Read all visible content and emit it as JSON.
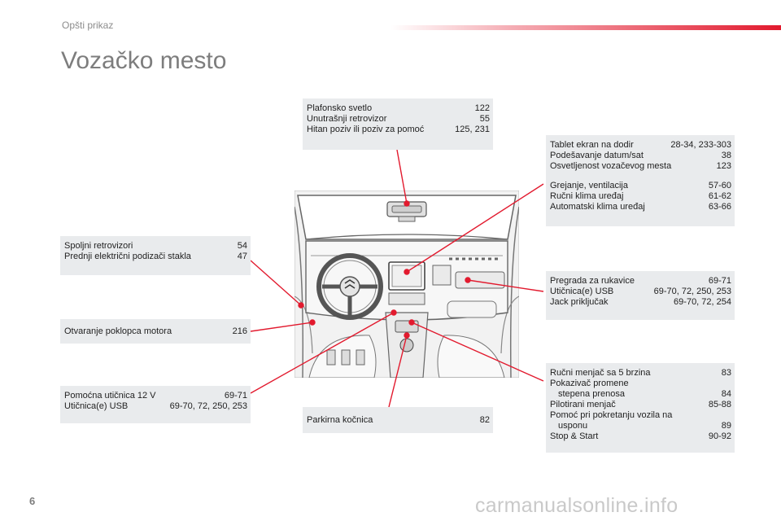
{
  "header": {
    "section": "Opšti prikaz",
    "title": "Vozačko mesto"
  },
  "boxes": {
    "ceiling": {
      "items": [
        {
          "label": "Plafonsko svetlo",
          "pages": "122"
        },
        {
          "label": "Unutrašnji retrovizor",
          "pages": "55"
        },
        {
          "label": "Hitan poziv ili poziv za pomoć",
          "pages": "125, 231"
        }
      ]
    },
    "touchscreen": {
      "items": [
        {
          "label": "Tablet ekran na dodir",
          "pages": "28-34, 233-303"
        },
        {
          "label": "Podešavanje datum/sat",
          "pages": "38"
        },
        {
          "label": "Osvetljenost vozačevog mesta",
          "pages": "123"
        }
      ],
      "items2": [
        {
          "label": "Grejanje, ventilacija",
          "pages": "57-60"
        },
        {
          "label": "Ručni klima uređaj",
          "pages": "61-62"
        },
        {
          "label": "Automatski klima uređaj",
          "pages": "63-66"
        }
      ]
    },
    "mirrors": {
      "items": [
        {
          "label": "Spoljni retrovizori",
          "pages": "54"
        },
        {
          "label": "Prednji električni podizači stakla",
          "pages": "47"
        }
      ]
    },
    "glovebox": {
      "items": [
        {
          "label": "Pregrada za rukavice",
          "pages": "69-71"
        },
        {
          "label": "Utičnica(e) USB",
          "pages": "69-70, 72, 250, 253"
        },
        {
          "label": "Jack priključak",
          "pages": "69-70, 72, 254"
        }
      ]
    },
    "bonnet": {
      "items": [
        {
          "label": "Otvaranje poklopca motora",
          "pages": "216"
        }
      ]
    },
    "socket": {
      "items": [
        {
          "label": "Pomoćna utičnica 12 V",
          "pages": "69-71"
        },
        {
          "label": "Utičnica(e) USB",
          "pages": "69-70, 72, 250, 253"
        }
      ]
    },
    "parking": {
      "items": [
        {
          "label": "Parkirna kočnica",
          "pages": "82"
        }
      ]
    },
    "gearbox": {
      "items": [
        {
          "label": "Ručni menjač sa 5 brzina",
          "pages": "83"
        },
        {
          "label": "Pokazivač promene",
          "pages": ""
        },
        {
          "label": "stepena prenosa",
          "pages": "84",
          "indent": true
        },
        {
          "label": "Pilotirani menjač",
          "pages": "85-88"
        },
        {
          "label": "Pomoć pri pokretanju vozila na",
          "pages": ""
        },
        {
          "label": "usponu",
          "pages": "89",
          "indent": true
        },
        {
          "label": "Stop & Start",
          "pages": "90-92"
        }
      ]
    }
  },
  "footer": {
    "page_number": "6",
    "watermark": "carmanualsonline.info"
  },
  "colors": {
    "accent": "#e21a2e",
    "box_bg": "#e9ebed",
    "title": "#7d7d7d"
  }
}
